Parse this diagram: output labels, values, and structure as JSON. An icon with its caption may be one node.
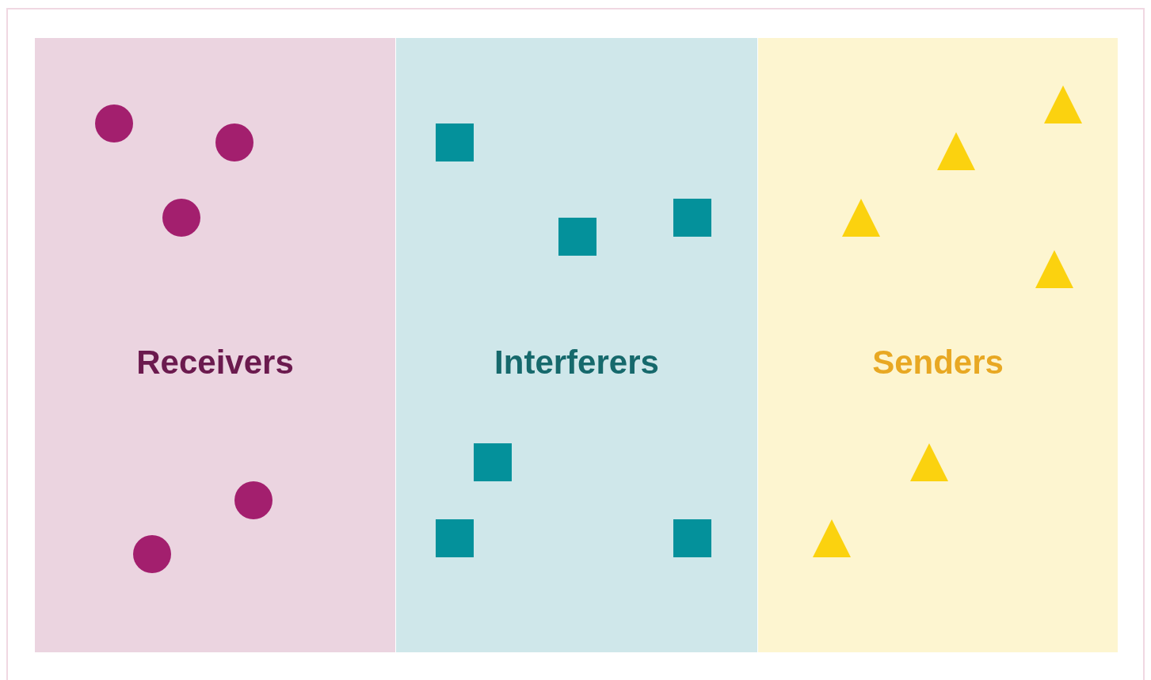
{
  "diagram": {
    "nodes": [
      {
        "text": [
          "Receivers"
        ]
      },
      {
        "text": [],
        "shape": "circle",
        "in": 0
      },
      {
        "text": [],
        "shape": "circle",
        "in": 0
      },
      {
        "text": [],
        "shape": "circle",
        "in": 0
      },
      {
        "text": [],
        "shape": "circle",
        "in": 0
      },
      {
        "text": [],
        "shape": "circle",
        "in": 0
      },
      {
        "text": [
          "Interferers"
        ]
      },
      {
        "text": [],
        "shape": "box",
        "in": 6
      },
      {
        "text": [],
        "shape": "box",
        "in": 6
      },
      {
        "text": [],
        "shape": "box",
        "in": 6
      },
      {
        "text": [],
        "shape": "box",
        "in": 6
      },
      {
        "text": [],
        "shape": "box",
        "in": 6
      },
      {
        "text": [],
        "shape": "box",
        "in": 6
      },
      {
        "text": [
          "Senders"
        ]
      },
      {
        "text": [],
        "shape": "triangle",
        "in": 13
      },
      {
        "text": [],
        "shape": "triangle",
        "in": 13
      },
      {
        "text": [],
        "shape": "triangle",
        "in": 13
      },
      {
        "text": [],
        "shape": "triangle",
        "in": 13
      },
      {
        "text": [],
        "shape": "triangle",
        "in": 13
      },
      {
        "text": [],
        "shape": "triangle",
        "in": 13
      }
    ],
    "edges": []
  }
}
